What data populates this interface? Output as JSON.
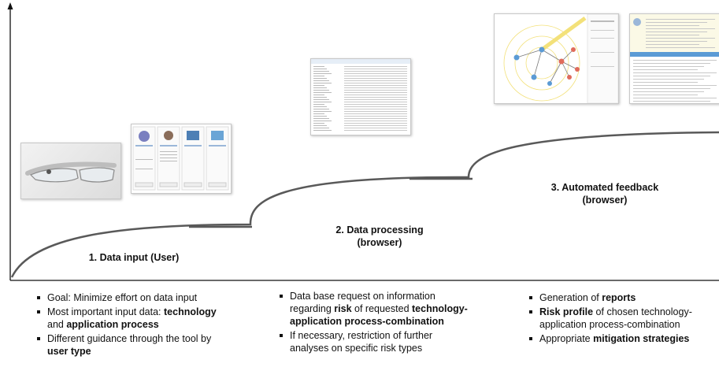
{
  "stages": [
    {
      "label_line1": "1. Data input (User)",
      "label_line2": ""
    },
    {
      "label_line1": "2. Data processing",
      "label_line2": "(browser)"
    },
    {
      "label_line1": "3. Automated feedback",
      "label_line2": "(browser)"
    }
  ],
  "columns": [
    {
      "items": [
        [
          {
            "t": "Goal: Minimize effort on data input",
            "b": false
          }
        ],
        [
          {
            "t": "Most important input data: ",
            "b": false
          },
          {
            "t": "technology",
            "b": true
          },
          {
            "t": " and ",
            "b": false
          },
          {
            "t": "application process",
            "b": true
          }
        ],
        [
          {
            "t": "Different guidance through the tool by ",
            "b": false
          },
          {
            "t": "user type",
            "b": true
          }
        ]
      ]
    },
    {
      "items": [
        [
          {
            "t": "Data base request on information regarding ",
            "b": false
          },
          {
            "t": "risk",
            "b": true
          },
          {
            "t": " of requested ",
            "b": false
          },
          {
            "t": "technology-application process-combination",
            "b": true
          }
        ],
        [
          {
            "t": "If necessary, restriction of further analyses on specific risk types",
            "b": false
          }
        ]
      ]
    },
    {
      "items": [
        [
          {
            "t": "Generation of ",
            "b": false
          },
          {
            "t": "reports",
            "b": true
          }
        ],
        [
          {
            "t": "Risk profile",
            "b": true
          },
          {
            "t": " of chosen technology-application process-combination",
            "b": false
          }
        ],
        [
          {
            "t": "Appropriate ",
            "b": false
          },
          {
            "t": "mitigation strategies",
            "b": true
          }
        ]
      ]
    }
  ],
  "colors": {
    "axis": "#111111",
    "curve": "#595959",
    "accent_yellow": "#f3e17a",
    "node_blue": "#5b9bd5",
    "node_red": "#e06b5b"
  }
}
